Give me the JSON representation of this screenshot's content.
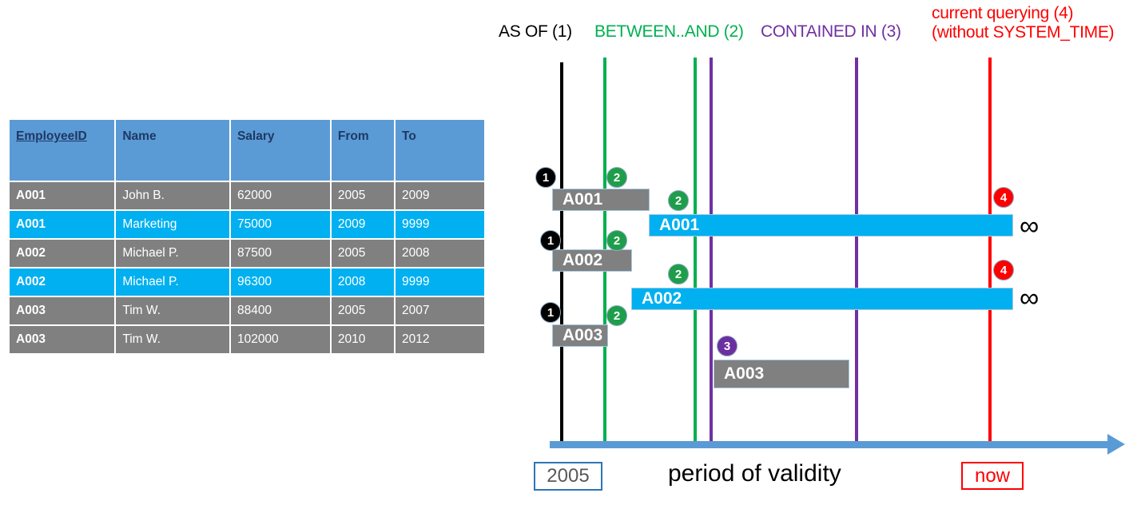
{
  "table": {
    "columns": [
      "EmployeeID",
      "Name",
      "Salary",
      "From",
      "To"
    ],
    "rows": [
      {
        "style": "gray",
        "cells": [
          "A001",
          "John  B.",
          "62000",
          "2005",
          "2009"
        ]
      },
      {
        "style": "cyan",
        "cells": [
          "A001",
          "Marketing",
          "75000",
          "2009",
          "9999"
        ]
      },
      {
        "style": "gray",
        "cells": [
          "A002",
          "Michael P.",
          "87500",
          "2005",
          "2008"
        ]
      },
      {
        "style": "cyan",
        "cells": [
          "A002",
          "Michael P.",
          "96300",
          "2008",
          "9999"
        ]
      },
      {
        "style": "gray",
        "cells": [
          "A003",
          "Tim W.",
          "88400",
          "2005",
          "2007"
        ]
      },
      {
        "style": "gray",
        "cells": [
          "A003",
          "Tim W.",
          "102000",
          "2010",
          "2012"
        ]
      }
    ],
    "colors": {
      "header": "#5B9BD5",
      "header_text": "#1F3864",
      "gray": "#808080",
      "cyan": "#00B0F0"
    }
  },
  "legend": [
    {
      "label": "AS OF (1)",
      "color": "#000000"
    },
    {
      "label": "BETWEEN..AND (2)",
      "color": "#00B050"
    },
    {
      "label": "CONTAINED IN (3)",
      "color": "#7030A0"
    },
    {
      "label": "current querying (4)",
      "color": "#FF0000"
    },
    {
      "label": "(without SYSTEM_TIME)",
      "color": "#FF0000"
    }
  ],
  "timeline": {
    "bars": [
      {
        "label": "A001",
        "style": "gray"
      },
      {
        "label": "A001",
        "style": "cyan"
      },
      {
        "label": "A002",
        "style": "gray"
      },
      {
        "label": "A002",
        "style": "cyan"
      },
      {
        "label": "A003",
        "style": "gray"
      },
      {
        "label": "A003",
        "style": "gray"
      }
    ],
    "markers": [
      "1",
      "2",
      "2",
      "1",
      "2",
      "2",
      "4",
      "1",
      "2",
      "3",
      "4"
    ],
    "infinity_symbol": "∞",
    "axis_title": "period of validity",
    "start_label": "2005",
    "end_label": "now"
  }
}
